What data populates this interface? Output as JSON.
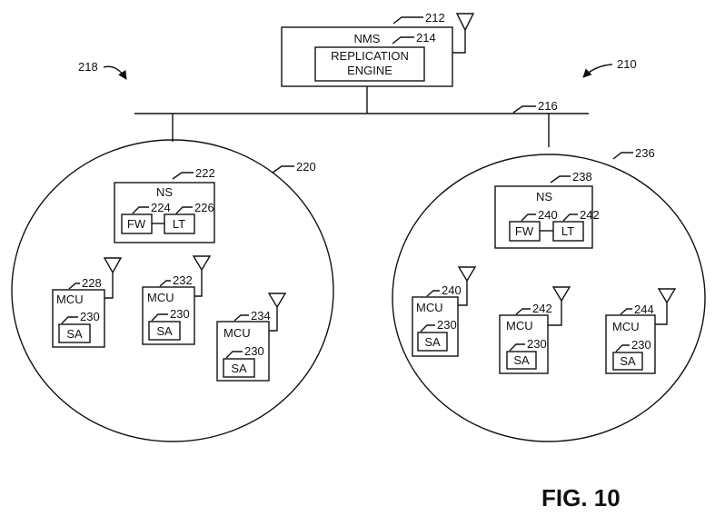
{
  "figure_label": "FIG. 10",
  "nms": {
    "label": "NMS",
    "ref": "212",
    "engine_line1": "REPLICATION",
    "engine_line2": "ENGINE",
    "engine_ref": "214"
  },
  "system_refs": {
    "left": "218",
    "right": "210",
    "bus": "216"
  },
  "left_network": {
    "ref": "220",
    "ns": {
      "label": "NS",
      "ref": "222",
      "fw": "FW",
      "fw_ref": "224",
      "lt": "LT",
      "lt_ref": "226"
    },
    "mcus": [
      {
        "label": "MCU",
        "ref": "228",
        "sa": "SA",
        "sa_ref": "230"
      },
      {
        "label": "MCU",
        "ref": "232",
        "sa": "SA",
        "sa_ref": "230"
      },
      {
        "label": "MCU",
        "ref": "234",
        "sa": "SA",
        "sa_ref": "230"
      }
    ]
  },
  "right_network": {
    "ref": "236",
    "ns": {
      "label": "NS",
      "ref": "238",
      "fw": "FW",
      "fw_ref": "240",
      "lt": "LT",
      "lt_ref": "242"
    },
    "mcus": [
      {
        "label": "MCU",
        "ref": "240",
        "sa": "SA",
        "sa_ref": "230"
      },
      {
        "label": "MCU",
        "ref": "242",
        "sa": "SA",
        "sa_ref": "230"
      },
      {
        "label": "MCU",
        "ref": "244",
        "sa": "SA",
        "sa_ref": "230"
      }
    ]
  }
}
